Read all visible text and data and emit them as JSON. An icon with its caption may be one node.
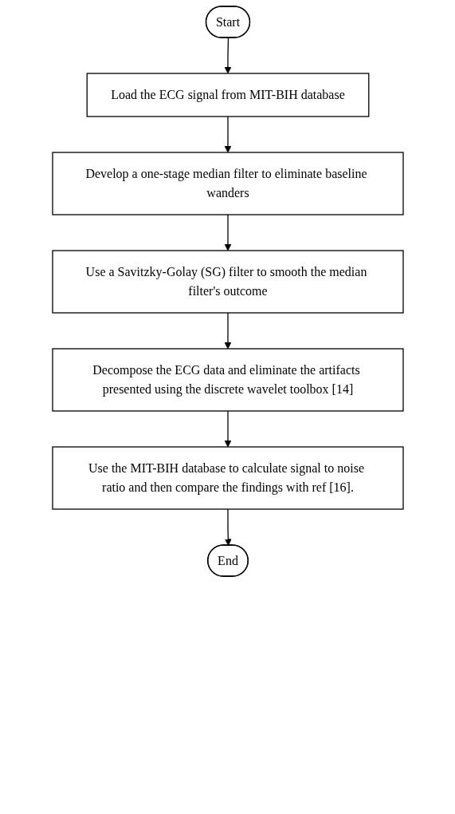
{
  "diagram": {
    "nodes": [
      {
        "text": [
          "Start"
        ]
      },
      {
        "text": [
          "Load the ECG signal from MIT-BIH database"
        ]
      },
      {
        "text": [
          "Develop a one-stage median filter to eliminate baseline wanders"
        ]
      },
      {
        "text": [
          "Use a Savitzky-Golay (SG) filter to smooth the median filter's outcome"
        ]
      },
      {
        "text": [
          "Decompose the ECG data and eliminate the artifacts presented using the discrete wavelet toolbox [14]"
        ]
      },
      {
        "text": [
          "Use the MIT-BIH database to calculate signal to noise ratio and then compare the findings with ref [16]."
        ]
      },
      {
        "text": [
          "End"
        ]
      }
    ],
    "edges": [
      {
        "from": 0,
        "to": 1,
        "arrow": "to"
      },
      {
        "from": 1,
        "to": 2,
        "arrow": "to"
      },
      {
        "from": 2,
        "to": 3,
        "arrow": "to"
      },
      {
        "from": 3,
        "to": 4,
        "arrow": "to"
      },
      {
        "from": 4,
        "to": 5,
        "arrow": "to"
      },
      {
        "from": 5,
        "to": 6,
        "arrow": "to"
      }
    ]
  }
}
